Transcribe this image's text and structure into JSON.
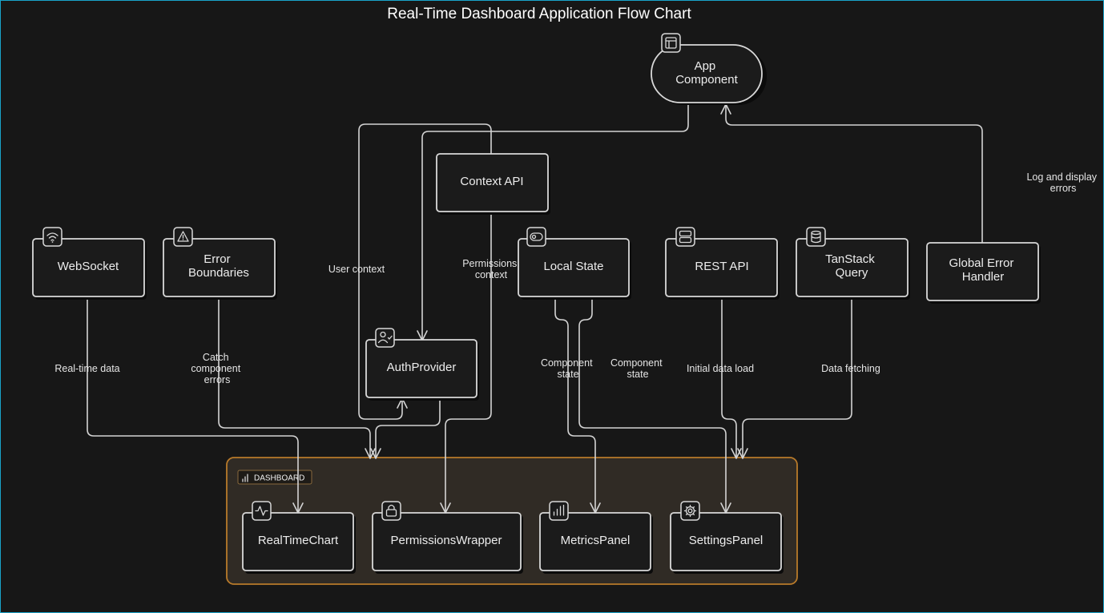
{
  "title": "Real-Time Dashboard Application Flow Chart",
  "nodes": {
    "app": {
      "line1": "App",
      "line2": "Component",
      "icon": "layout-icon"
    },
    "context": {
      "label": "Context API"
    },
    "websocket": {
      "label": "WebSocket",
      "icon": "wifi-icon"
    },
    "errorBoundaries": {
      "line1": "Error",
      "line2": "Boundaries",
      "icon": "warning-icon"
    },
    "localState": {
      "label": "Local State",
      "icon": "toggle-icon"
    },
    "restApi": {
      "label": "REST API",
      "icon": "server-icon"
    },
    "tanstack": {
      "line1": "TanStack",
      "line2": "Query",
      "icon": "database-icon"
    },
    "globalError": {
      "line1": "Global Error",
      "line2": "Handler"
    },
    "authProvider": {
      "label": "AuthProvider",
      "icon": "user-check-icon"
    },
    "realTimeChart": {
      "label": "RealTimeChart",
      "icon": "activity-icon"
    },
    "permissionsWrapper": {
      "label": "PermissionsWrapper",
      "icon": "lock-icon"
    },
    "metricsPanel": {
      "label": "MetricsPanel",
      "icon": "bar-chart-icon"
    },
    "settingsPanel": {
      "label": "SettingsPanel",
      "icon": "gear-icon"
    }
  },
  "group": {
    "label": "DASHBOARD",
    "icon": "bar-chart-icon"
  },
  "edges": {
    "logErrors": {
      "line1": "Log and display",
      "line2": "errors"
    },
    "userContext": {
      "label": "User context"
    },
    "permissionsContext": {
      "line1": "Permissions",
      "line2": "context"
    },
    "realtimeData": {
      "label": "Real-time data"
    },
    "catchErrors": {
      "line1": "Catch",
      "line2": "component",
      "line3": "errors"
    },
    "componentState1": {
      "line1": "Component",
      "line2": "state"
    },
    "componentState2": {
      "line1": "Component",
      "line2": "state"
    },
    "initialLoad": {
      "label": "Initial data load"
    },
    "dataFetching": {
      "label": "Data fetching"
    }
  },
  "colors": {
    "background": "#171717",
    "node_stroke": "#d9d9d9",
    "group_fill": "#302b25",
    "group_stroke": "#b87a2a",
    "frame_border": "#1aa3c9"
  }
}
